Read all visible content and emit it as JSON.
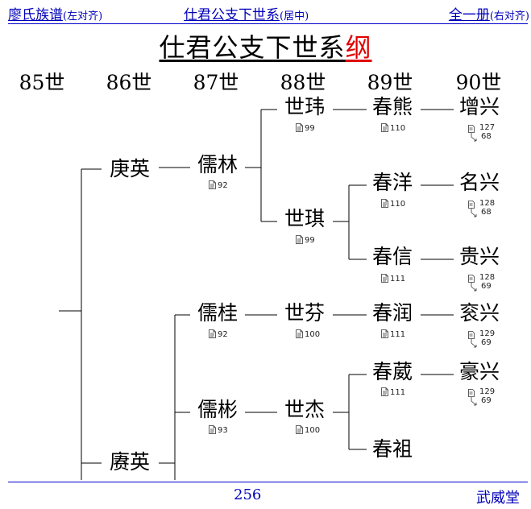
{
  "header": {
    "left": "廖氏族谱",
    "left_sub": "(左对齐)",
    "center": "仕君公支下世系",
    "center_sub": "(居中)",
    "right": "全一册",
    "right_sub": "(右对齐)"
  },
  "title": {
    "main": "仕君公支下世系",
    "accent": "纲"
  },
  "generations": [
    "85世",
    "86世",
    "87世",
    "88世",
    "89世",
    "90世"
  ],
  "persons": {
    "gengying": "庚英",
    "ruilin": "儒林",
    "ruilin_ref": "92",
    "shiwei": "世玮",
    "shiwei_ref": "99",
    "chunxiong": "春熊",
    "chunxiong_ref": "110",
    "zengxing": "增兴",
    "zengxing_ref1": "127",
    "zengxing_ref2": "68",
    "shiqi": "世琪",
    "shiqi_ref": "99",
    "chunyang": "春洋",
    "chunyang_ref": "110",
    "mingxing": "名兴",
    "mingxing_ref1": "128",
    "mingxing_ref2": "68",
    "chunxin": "春信",
    "chunxin_ref": "111",
    "guixing": "贵兴",
    "guixing_ref1": "128",
    "guixing_ref2": "69",
    "tangying": "赓英",
    "ruigui": "儒桂",
    "ruigui_ref": "92",
    "shifen": "世芬",
    "shifen_ref": "100",
    "chunrun": "春润",
    "chunrun_ref": "111",
    "gunxing": "衮兴",
    "gunxing_ref1": "129",
    "gunxing_ref2": "69",
    "ruibin": "儒彬",
    "ruibin_ref": "93",
    "shijie": "世杰",
    "shijie_ref": "100",
    "chunwei": "春葳",
    "chunwei_ref": "111",
    "haoxing": "豪兴",
    "haoxing_ref1": "129",
    "haoxing_ref2": "69",
    "chunju": "春袓"
  },
  "footer": {
    "page": "256",
    "hall": "武威堂"
  },
  "colors": {
    "header": "#0000bb",
    "accent": "#e00000",
    "text": "#000000"
  }
}
